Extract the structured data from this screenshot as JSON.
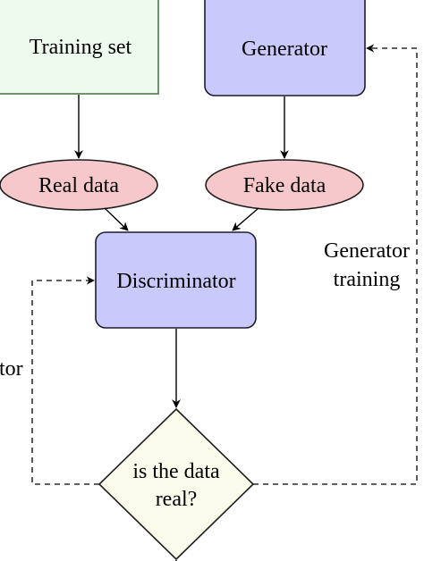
{
  "nodes": {
    "training_set": {
      "label": "Training set"
    },
    "generator": {
      "label": "Generator"
    },
    "real_data": {
      "label": "Real data"
    },
    "fake_data": {
      "label": "Fake data"
    },
    "discriminator": {
      "label": "Discriminator"
    },
    "decision": {
      "line1": "is the data",
      "line2": "real?"
    }
  },
  "edge_labels": {
    "generator_training_line1": "Generator",
    "generator_training_line2": "training",
    "discriminator_training_partial": "tor"
  },
  "colors": {
    "training_set_fill": "#eefaed",
    "training_set_stroke": "#4b7a4b",
    "generator_fill": "#c9c9fb",
    "discriminator_fill": "#c9c9fb",
    "block_stroke": "#1c1c2e",
    "data_ellipse_fill": "#f7c8cb",
    "data_ellipse_stroke": "#1e1e1e",
    "decision_fill": "#fafbea",
    "decision_stroke": "#1e1e1e",
    "line": "#000000"
  }
}
